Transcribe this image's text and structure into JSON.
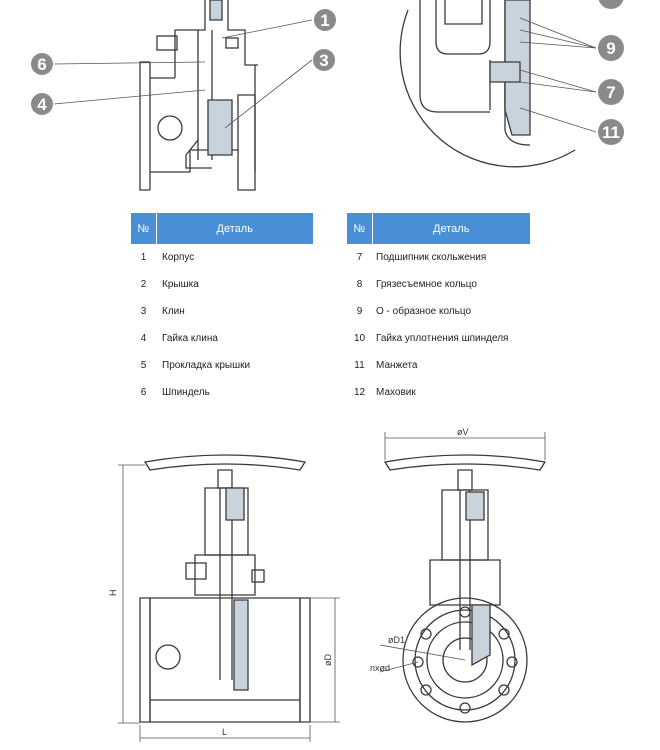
{
  "callouts": [
    "1",
    "3",
    "4",
    "6",
    "9",
    "7",
    "11"
  ],
  "table_left": {
    "header": {
      "num": "№",
      "part": "Деталь"
    },
    "rows": [
      {
        "num": "1",
        "part": "Корпус"
      },
      {
        "num": "2",
        "part": "Крышка"
      },
      {
        "num": "3",
        "part": "Клин"
      },
      {
        "num": "4",
        "part": "Гайка клина"
      },
      {
        "num": "5",
        "part": "Прокладка крышки"
      },
      {
        "num": "6",
        "part": "Шпиндель"
      }
    ]
  },
  "table_right": {
    "header": {
      "num": "№",
      "part": "Деталь"
    },
    "rows": [
      {
        "num": "7",
        "part": "Подшипник скольжения"
      },
      {
        "num": "8",
        "part": "Грязесъемное кольцо"
      },
      {
        "num": "9",
        "part": "О - образное кольцо"
      },
      {
        "num": "10",
        "part": "Гайка уплотнения шпинделя"
      },
      {
        "num": "11",
        "part": "Манжета"
      },
      {
        "num": "12",
        "part": "Маховик"
      }
    ]
  },
  "dimensions": {
    "height": "H",
    "length": "L",
    "flange_diameter": "øD",
    "handwheel_diameter": "øV",
    "bolt_circle": "øD1",
    "bolt_holes": "nxød"
  },
  "colors": {
    "header": "#4a8fd6",
    "callout": "#8a8a8a",
    "section_fill": "#c9d3dc",
    "line": "#3a3a3a"
  }
}
